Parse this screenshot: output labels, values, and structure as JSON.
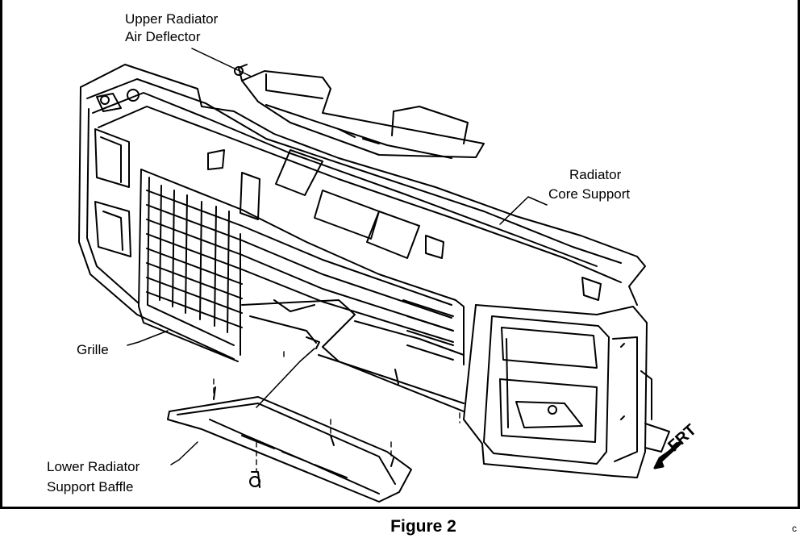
{
  "labels": {
    "upper_deflector": [
      "Upper Radiator",
      "Air Deflector"
    ],
    "core_support": [
      "Radiator",
      "Core Support"
    ],
    "grille": "Grille",
    "lower_baffle": [
      "Lower Radiator",
      "Support Baffle"
    ],
    "front_indicator": "FRT"
  },
  "caption": "Figure 2",
  "stray_mark": "c"
}
